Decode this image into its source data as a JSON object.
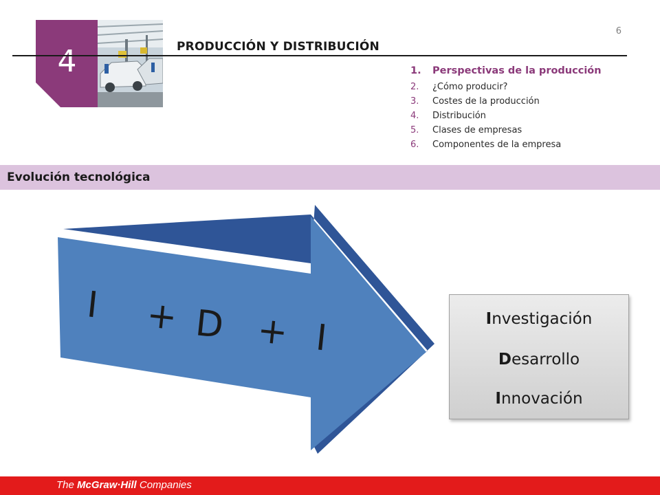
{
  "page_number": "6",
  "header": {
    "title": "PRODUCCIÓN Y DISTRIBUCIÓN"
  },
  "chapter": {
    "number": "4"
  },
  "toc": [
    {
      "num": "1.",
      "label": "Perspectivas de la producción",
      "active": true
    },
    {
      "num": "2.",
      "label": "¿Cómo producir?",
      "active": false
    },
    {
      "num": "3.",
      "label": "Costes de la producción",
      "active": false
    },
    {
      "num": "4.",
      "label": "Distribución",
      "active": false
    },
    {
      "num": "5.",
      "label": "Clases de empresas",
      "active": false
    },
    {
      "num": "6.",
      "label": "Componentes de la empresa",
      "active": false
    }
  ],
  "section": {
    "title": "Evolución tecnológica"
  },
  "arrow": {
    "i1": "I",
    "p1": "+",
    "d": "D",
    "p2": "+",
    "i2": "I",
    "fill": "#4f81bd",
    "edge": "#2f5597"
  },
  "idi": [
    {
      "initial": "I",
      "rest": "nvestigación"
    },
    {
      "initial": "D",
      "rest": "esarrollo"
    },
    {
      "initial": "I",
      "rest": "nnovación"
    }
  ],
  "footer": {
    "prefix": "The ",
    "brand": "McGraw·Hill",
    "suffix": " Companies",
    "color": "#e31b1b"
  }
}
